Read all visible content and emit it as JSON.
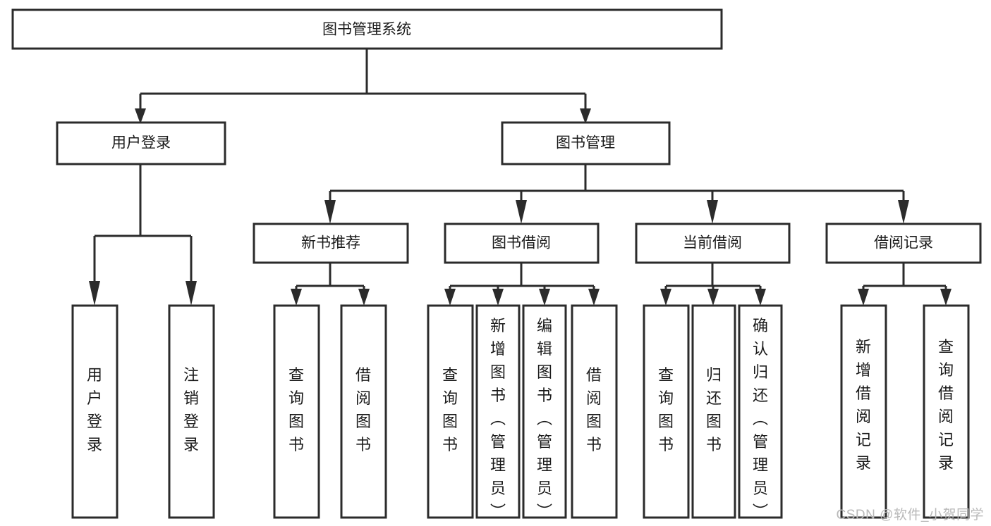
{
  "title": "图书管理系统",
  "colors": {
    "box_stroke": "#2b2b2b",
    "box_fill": "#ffffff",
    "text": "#1a1a1a",
    "background": "#ffffff",
    "watermark": "#b9b9b9"
  },
  "watermark": "CSDN @软件_小贺同学",
  "diagram": {
    "type": "tree",
    "root": {
      "id": "root",
      "label": "图书管理系统"
    },
    "level2": [
      {
        "id": "user-login",
        "label": "用户登录"
      },
      {
        "id": "book-manage",
        "label": "图书管理"
      }
    ],
    "level3": [
      {
        "id": "new-book-recommend",
        "label": "新书推荐",
        "parent": "book-manage"
      },
      {
        "id": "book-borrow",
        "label": "图书借阅",
        "parent": "book-manage"
      },
      {
        "id": "current-borrow",
        "label": "当前借阅",
        "parent": "book-manage"
      },
      {
        "id": "borrow-record",
        "label": "借阅记录",
        "parent": "book-manage"
      }
    ],
    "leaves": [
      {
        "id": "leaf-user-login",
        "label": "用户登录",
        "parent": "user-login"
      },
      {
        "id": "leaf-logout",
        "label": "注销登录",
        "parent": "user-login"
      },
      {
        "id": "leaf-query-book-1",
        "label": "查询图书",
        "parent": "new-book-recommend"
      },
      {
        "id": "leaf-borrow-book-1",
        "label": "借阅图书",
        "parent": "new-book-recommend"
      },
      {
        "id": "leaf-query-book-2",
        "label": "查询图书",
        "parent": "book-borrow"
      },
      {
        "id": "leaf-add-book",
        "label": "新增图书（管理员）",
        "parent": "book-borrow"
      },
      {
        "id": "leaf-edit-book",
        "label": "编辑图书（管理员）",
        "parent": "book-borrow"
      },
      {
        "id": "leaf-borrow-book-2",
        "label": "借阅图书",
        "parent": "book-borrow"
      },
      {
        "id": "leaf-query-book-3",
        "label": "查询图书",
        "parent": "current-borrow"
      },
      {
        "id": "leaf-return-book",
        "label": "归还图书",
        "parent": "current-borrow"
      },
      {
        "id": "leaf-confirm-return",
        "label": "确认归还（管理员）",
        "parent": "current-borrow"
      },
      {
        "id": "leaf-add-record",
        "label": "新增借阅记录",
        "parent": "borrow-record"
      },
      {
        "id": "leaf-query-record",
        "label": "查询借阅记录",
        "parent": "borrow-record"
      }
    ]
  }
}
